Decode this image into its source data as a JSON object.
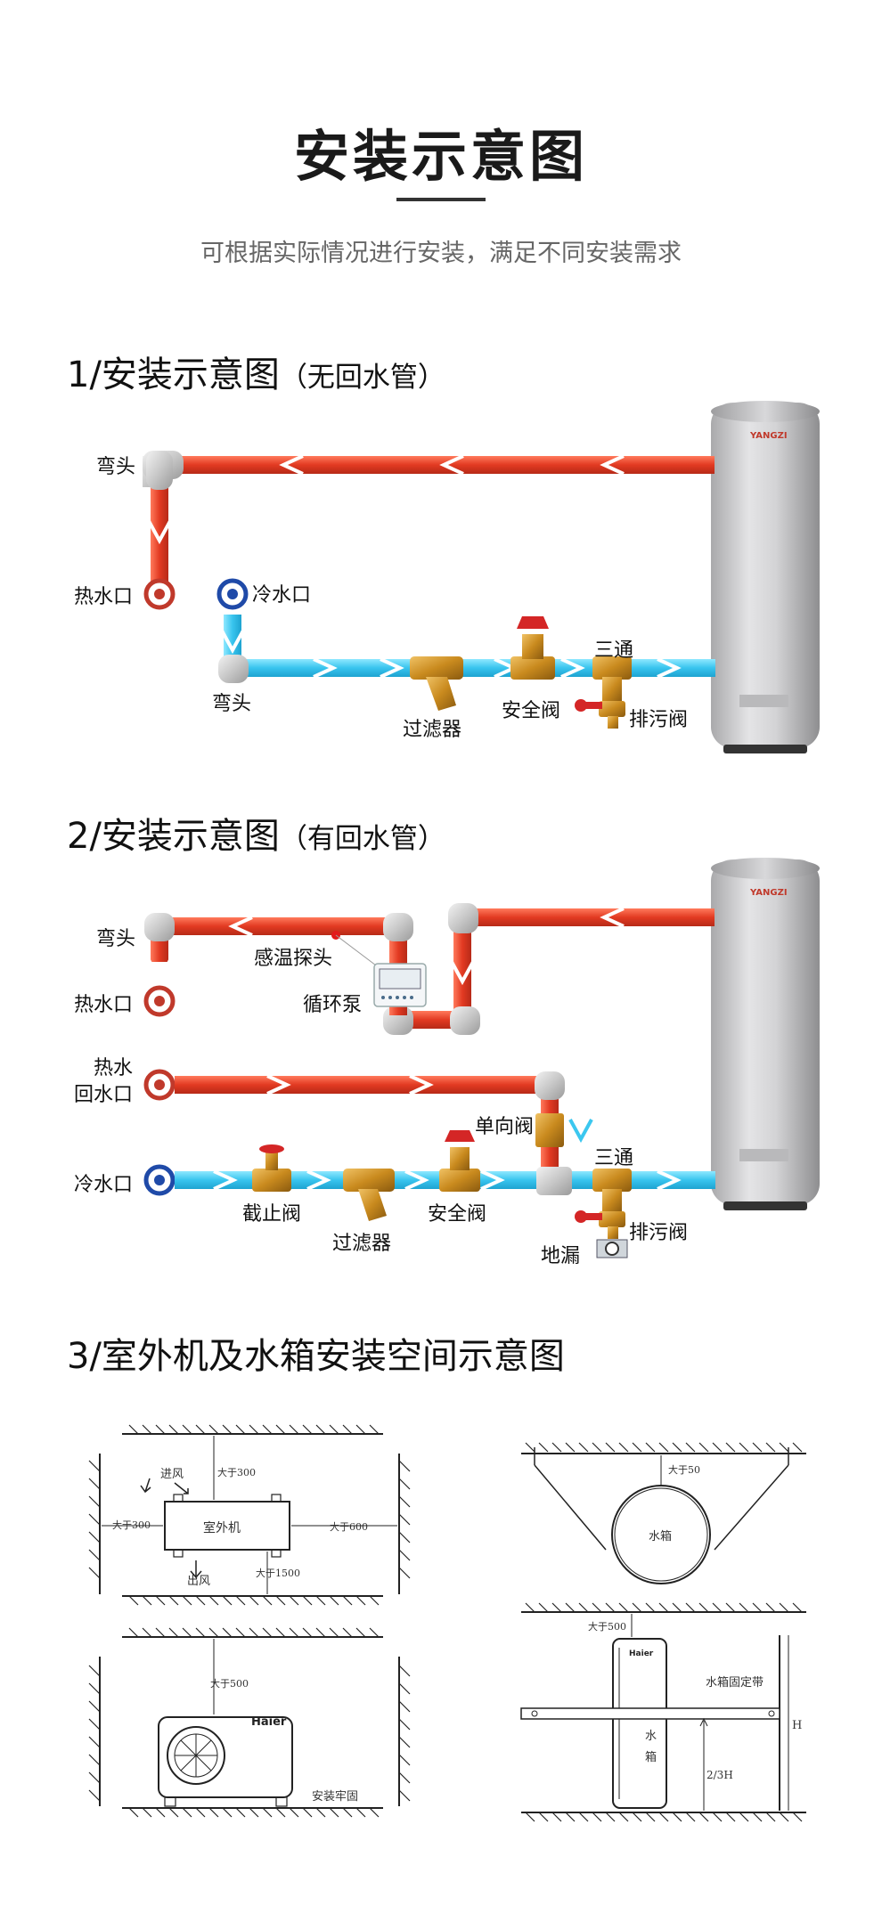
{
  "header": {
    "title": "安装示意图",
    "subtitle": "可根据实际情况进行安装，满足不同安装需求"
  },
  "section1": {
    "heading": "1/安装示意图",
    "heading_paren": "（无回水管）",
    "labels": {
      "elbow_top": "弯头",
      "hot_outlet": "热水口",
      "cold_inlet": "冷水口",
      "elbow_bottom": "弯头",
      "filter": "过滤器",
      "safety_valve": "安全阀",
      "tee": "三通",
      "drain_valve": "排污阀"
    }
  },
  "section2": {
    "heading": "2/安装示意图",
    "heading_paren": "（有回水管）",
    "labels": {
      "elbow": "弯头",
      "temp_probe": "感温探头",
      "hot_outlet": "热水口",
      "circ_pump": "循环泵",
      "hot_return_line1": "热水",
      "hot_return_line2": "回水口",
      "check_valve": "单向阀",
      "tee": "三通",
      "cold_inlet": "冷水口",
      "stop_valve": "截止阀",
      "filter": "过滤器",
      "safety_valve": "安全阀",
      "drain_valve": "排污阀",
      "floor_drain": "地漏"
    }
  },
  "section3": {
    "heading": "3/室外机及水箱安装空间示意图",
    "top_left": {
      "air_in": "进风",
      "air_out": "出风",
      "unit": "室外机",
      "gt300_top": "大于300",
      "gt300_left": "大于300",
      "gt600": "大于600",
      "gt1500": "大于1500"
    },
    "bottom_left": {
      "gt500": "大于500",
      "brand": "Haier",
      "secure": "安装牢固"
    },
    "top_right": {
      "gt50": "大于50",
      "tank": "水箱"
    },
    "bottom_right": {
      "gt500": "大于500",
      "brand": "Haier",
      "tank_char1": "水",
      "tank_char2": "箱",
      "strap": "水箱固定带",
      "h": "H",
      "two_thirds_h": "2/3H"
    }
  },
  "tank_logo": "YANGZI",
  "colors": {
    "hot_pipe": "#e8442c",
    "cold_pipe": "#3bc7ef",
    "tank": "#c9c9cb",
    "brass": "#c98a1e"
  }
}
